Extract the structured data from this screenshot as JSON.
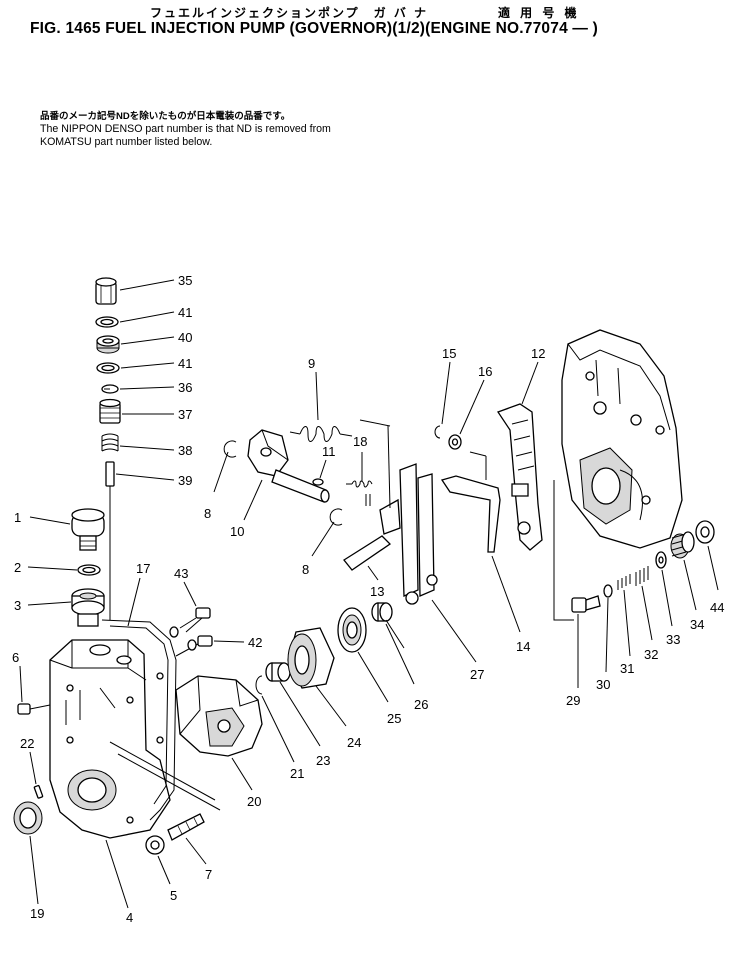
{
  "header": {
    "jp_title": "フュエルインジェクションポンプ　ガ バ ナ",
    "jp_applicable": "適 用 号 機",
    "title": "FIG. 1465  FUEL INJECTION PUMP (GOVERNOR)(1/2)(ENGINE NO.77074 — )"
  },
  "notes": {
    "jp": "品番のメーカ記号NDを除いたものが日本電装の品番です。",
    "en_line1": "The NIPPON DENSO part number is that ND is removed from",
    "en_line2": "KOMATSU part number listed below."
  },
  "callouts": [
    "35",
    "41",
    "40",
    "41",
    "36",
    "37",
    "38",
    "39",
    "1",
    "2",
    "3",
    "17",
    "43",
    "42",
    "6",
    "22",
    "19",
    "4",
    "5",
    "7",
    "20",
    "21",
    "23",
    "24",
    "25",
    "26",
    "9",
    "11",
    "18",
    "8",
    "10",
    "8",
    "13",
    "15",
    "16",
    "12",
    "14",
    "27",
    "29",
    "30",
    "31",
    "32",
    "33",
    "34",
    "44"
  ]
}
